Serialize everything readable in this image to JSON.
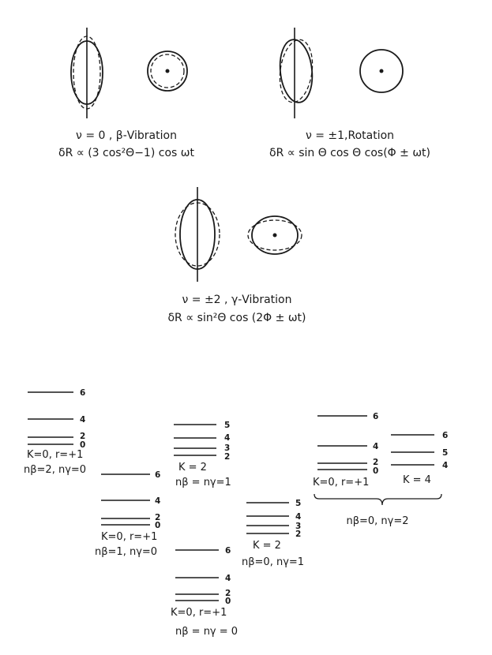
{
  "modes": [
    {
      "id": "beta",
      "line1": "ν = 0 , β-Vibration",
      "line2": "δR ∝ (3 cos²Θ−1) cos ωt"
    },
    {
      "id": "rot",
      "line1": "ν = ±1,Rotation",
      "line2": "δR ∝ sin Θ cos Θ cos(Φ ± ωt)"
    },
    {
      "id": "gamma",
      "line1": "ν = ±2 , γ-Vibration",
      "line2": "δR ∝ sin²Θ cos (2Φ ± ωt)"
    }
  ],
  "bands": [
    {
      "id": "b1",
      "levels": [
        "6",
        "4",
        "2",
        "0"
      ],
      "label1": "K=0, r=+1",
      "label2": "nβ=2, nγ=0"
    },
    {
      "id": "b2",
      "levels": [
        "6",
        "4",
        "2",
        "0"
      ],
      "label1": "K=0, r=+1",
      "label2": "nβ=1, nγ=0"
    },
    {
      "id": "b3",
      "levels": [
        "5",
        "4",
        "3",
        "2"
      ],
      "label1": "K = 2",
      "label2": "nβ = nγ=1"
    },
    {
      "id": "b4",
      "levels": [
        "6",
        "4",
        "2",
        "0"
      ],
      "label1": "K=0, r=+1",
      "label2": "nβ = nγ = 0"
    },
    {
      "id": "b5",
      "levels": [
        "5",
        "4",
        "3",
        "2"
      ],
      "label1": "K = 2",
      "label2": "nβ=0, nγ=1"
    },
    {
      "id": "b6",
      "levels": [
        "6",
        "4",
        "2",
        "0"
      ],
      "label1": "K=0, r=+1",
      "label2": ""
    },
    {
      "id": "b7",
      "levels": [
        "6",
        "5",
        "4"
      ],
      "label1": "K = 4",
      "label2": ""
    }
  ],
  "group_label": "nβ=0, nγ=2"
}
